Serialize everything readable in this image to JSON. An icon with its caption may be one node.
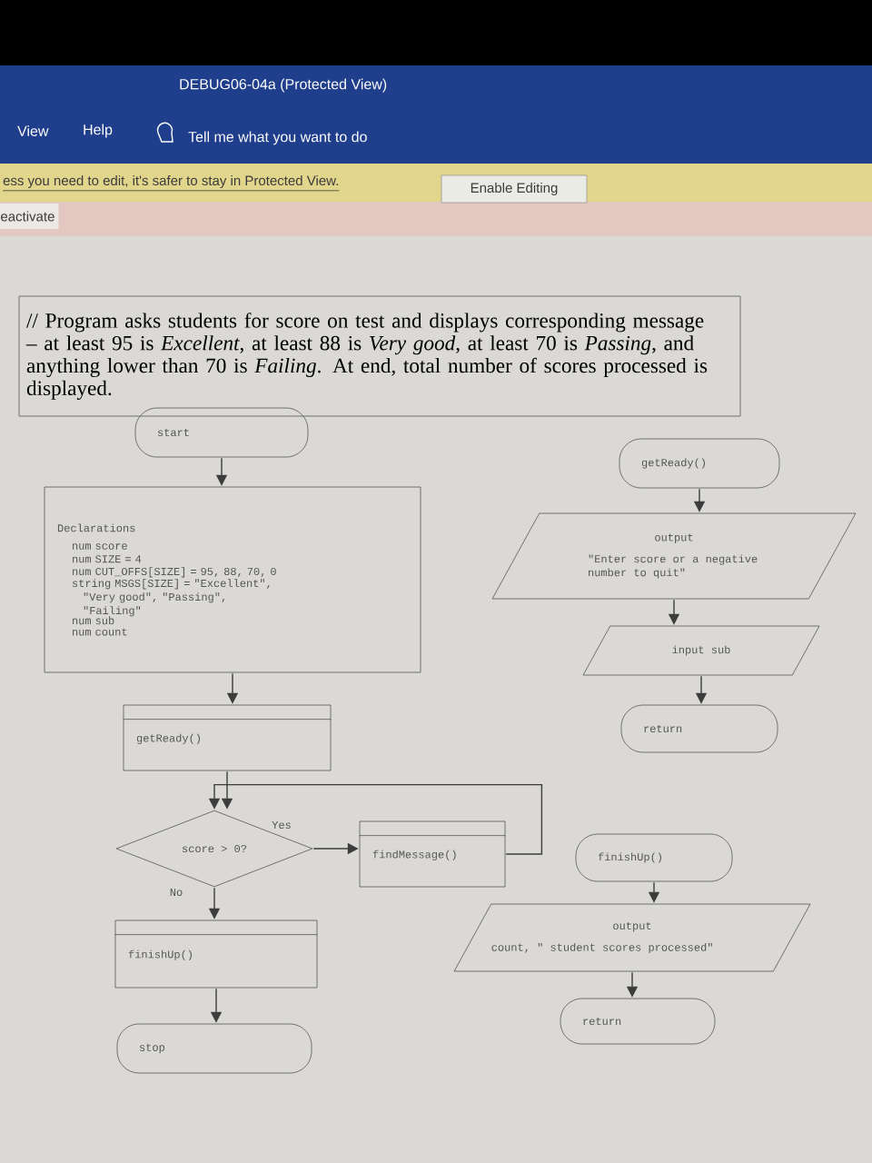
{
  "diagram": {
    "nodes": [
      {
        "text": [
          "// Program asks students for score on test and displays corresponding message – at least 95 is *Excellent*, at least 88 is *Very good*, at least 70 is *Passing*, and anything lower than 70 is *Failing*. At end, total number of scores processed is displayed."
        ]
      },
      {
        "text": [
          "start"
        ]
      },
      {
        "text": [
          "Declarations",
          "num score",
          "num SIZE = 4",
          "num CUT_OFFS[SIZE] = 95, 88, 70, 0",
          "string MSGS[SIZE] = \"Excellent\", \"Very good\", \"Passing\", \"Failing\"",
          "num sub",
          "num count"
        ]
      },
      {
        "text": [
          "getReady()"
        ]
      },
      {
        "text": [
          "score > 0?"
        ]
      },
      {
        "text": [
          "findMessage()"
        ]
      },
      {
        "text": [
          "finishUp()"
        ]
      },
      {
        "text": [
          "stop"
        ]
      },
      {
        "text": [
          "getReady()"
        ]
      },
      {
        "text": [
          "output",
          "\"Enter score or a negative number to quit\""
        ]
      },
      {
        "text": [
          "input sub"
        ]
      },
      {
        "text": [
          "return"
        ]
      },
      {
        "text": [
          "finishUp()"
        ]
      },
      {
        "text": [
          "output",
          "count, \" student scores processed\""
        ]
      },
      {
        "text": [
          "return"
        ]
      }
    ],
    "edges": [
      {
        "from": 1,
        "to": 2,
        "arrow": "to"
      },
      {
        "from": 2,
        "to": 3,
        "arrow": "to"
      },
      {
        "from": 3,
        "to": 4,
        "arrow": "to"
      },
      {
        "from": 4,
        "to": 5,
        "arrow": "to",
        "label": "Yes"
      },
      {
        "from": 5,
        "to": 4,
        "arrow": "to"
      },
      {
        "from": 4,
        "to": 6,
        "arrow": "to",
        "label": "No"
      },
      {
        "from": 6,
        "to": 7,
        "arrow": "to"
      },
      {
        "from": 8,
        "to": 9,
        "arrow": "to"
      },
      {
        "from": 9,
        "to": 10,
        "arrow": "to"
      },
      {
        "from": 10,
        "to": 11,
        "arrow": "to"
      },
      {
        "from": 12,
        "to": 13,
        "arrow": "to"
      },
      {
        "from": 13,
        "to": 14,
        "arrow": "to"
      }
    ],
    "labels": [
      "DEBUG06-04a (Protected View)",
      "View",
      "Help",
      "Tell me what you want to do",
      "ess you need to edit, it's safer to stay in Protected View.",
      "Enable Editing",
      "eactivate"
    ]
  }
}
